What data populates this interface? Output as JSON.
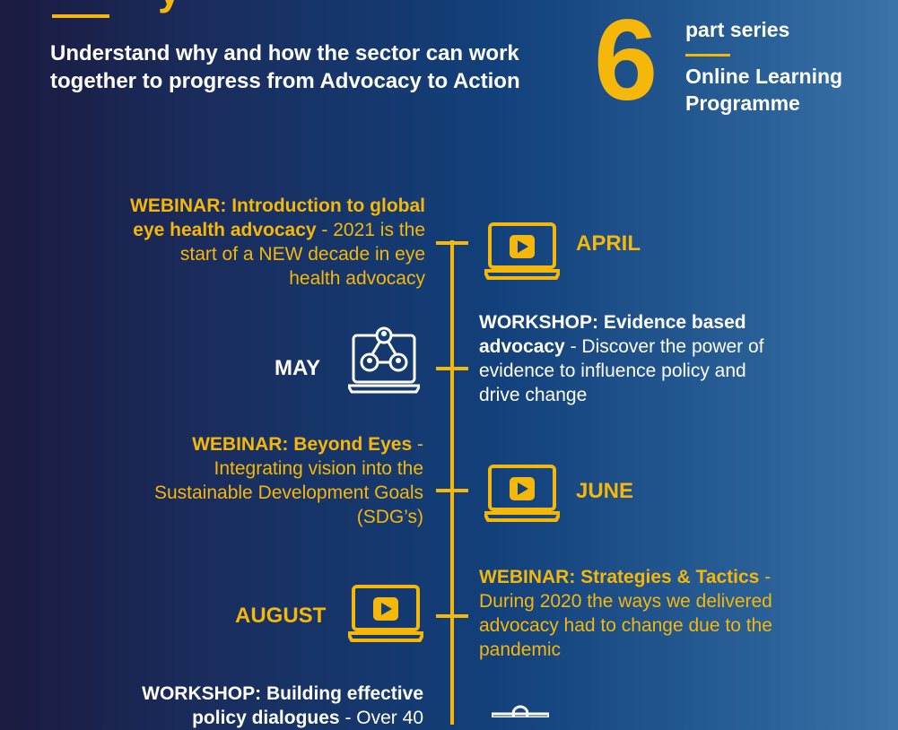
{
  "header": {
    "top_glyph": "y",
    "subtitle": "Understand why and how the sector can work together to progress from Advocacy to Action",
    "series_number": "6",
    "series_label": "part series",
    "programme": "Online Learning Programme"
  },
  "timeline": [
    {
      "month": "APRIL",
      "kind": "WEBINAR:",
      "topic": "Introduction to global eye health advocacy",
      "sep": " -",
      "desc": "2021 is the start of a NEW decade in eye health advocacy",
      "icon": "laptop-play-icon"
    },
    {
      "month": "MAY",
      "kind": "WORKSHOP:",
      "topic": "Evidence based advocacy",
      "sep": " -",
      "desc": "Discover the power of evidence to influence policy and drive change",
      "icon": "laptop-network-icon"
    },
    {
      "month": "JUNE",
      "kind": "WEBINAR:",
      "topic": "Beyond Eyes",
      "sep": " -",
      "desc": "Integrating vision into the Sustainable Development Goals (SDG’s)",
      "icon": "laptop-play-icon"
    },
    {
      "month": "AUGUST",
      "kind": "WEBINAR:",
      "topic": "Strategies & Tactics",
      "sep": " -",
      "desc": "During 2020 the ways we delivered advocacy had to change due to the pandemic",
      "icon": "laptop-play-icon"
    },
    {
      "month": "",
      "kind": "WORKSHOP:",
      "topic": "Building effective policy dialogues",
      "sep": " -",
      "desc": "Over 40",
      "icon": "laptop-network-icon"
    }
  ],
  "colors": {
    "accent": "#f5b70a",
    "text": "#ffffff"
  }
}
